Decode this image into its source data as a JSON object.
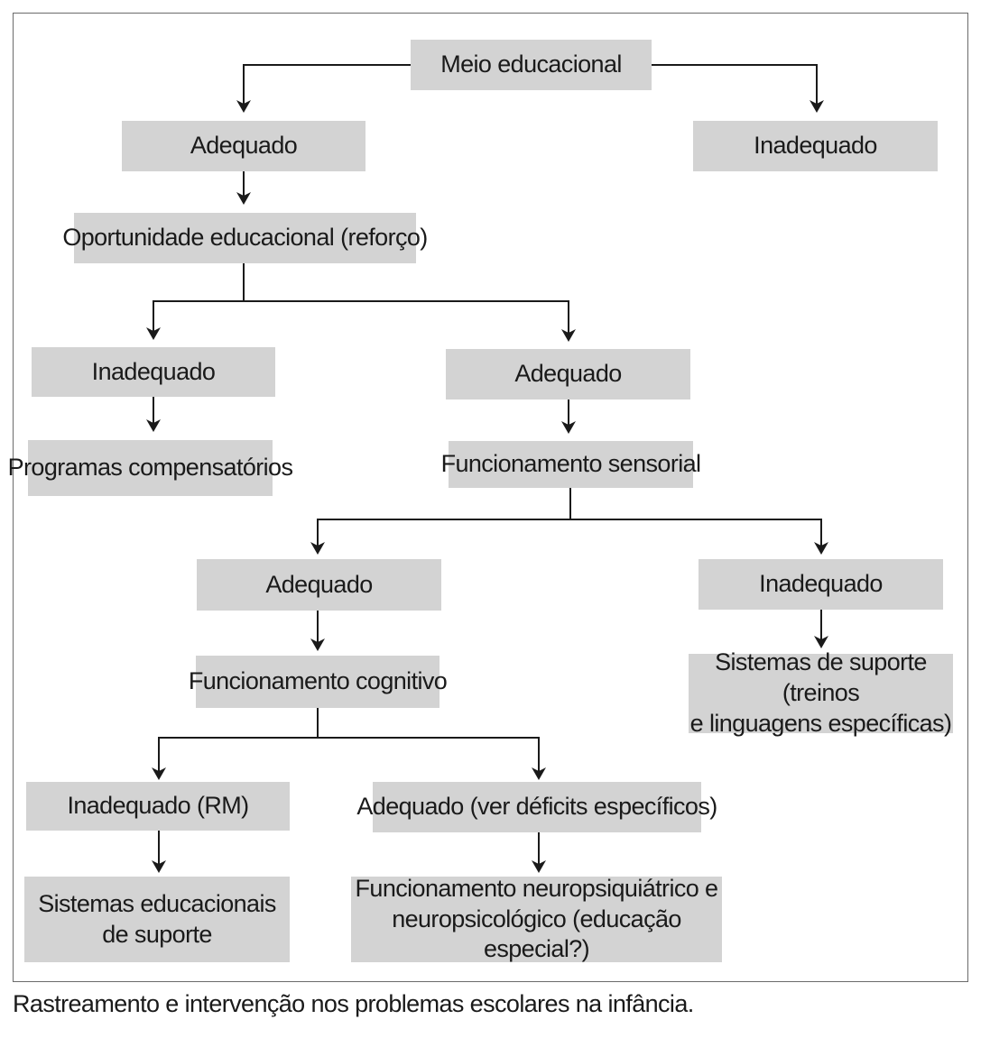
{
  "nodes": {
    "meio_educacional": "Meio educacional",
    "meio_adequado": "Adequado",
    "meio_inadequado": "Inadequado",
    "oportunidade": "Oportunidade educacional (reforço)",
    "oportunidade_inadequado": "Inadequado",
    "programas_compensatorios": "Programas compensatórios",
    "oportunidade_adequado": "Adequado",
    "funcionamento_sensorial": "Funcionamento sensorial",
    "sensorial_adequado": "Adequado",
    "sensorial_inadequado": "Inadequado",
    "sistemas_suporte": "Sistemas de suporte (treinos\ne linguagens específicas)",
    "funcionamento_cognitivo": "Funcionamento cognitivo",
    "cognitivo_inadequado": "Inadequado (RM)",
    "cognitivo_adequado": "Adequado (ver déficits específicos)",
    "sistemas_educacionais": "Sistemas educacionais\nde suporte",
    "neuropsiquiatrico": "Funcionamento neuropsiquiátrico e\nneuropsicológico (educação especial?)"
  },
  "caption": "Rastreamento e intervenção nos problemas escolares na infância.",
  "colors": {
    "box_fill": "#d3d3d3",
    "frame_border": "#6b6b6b",
    "connector": "#1a1a1a"
  }
}
